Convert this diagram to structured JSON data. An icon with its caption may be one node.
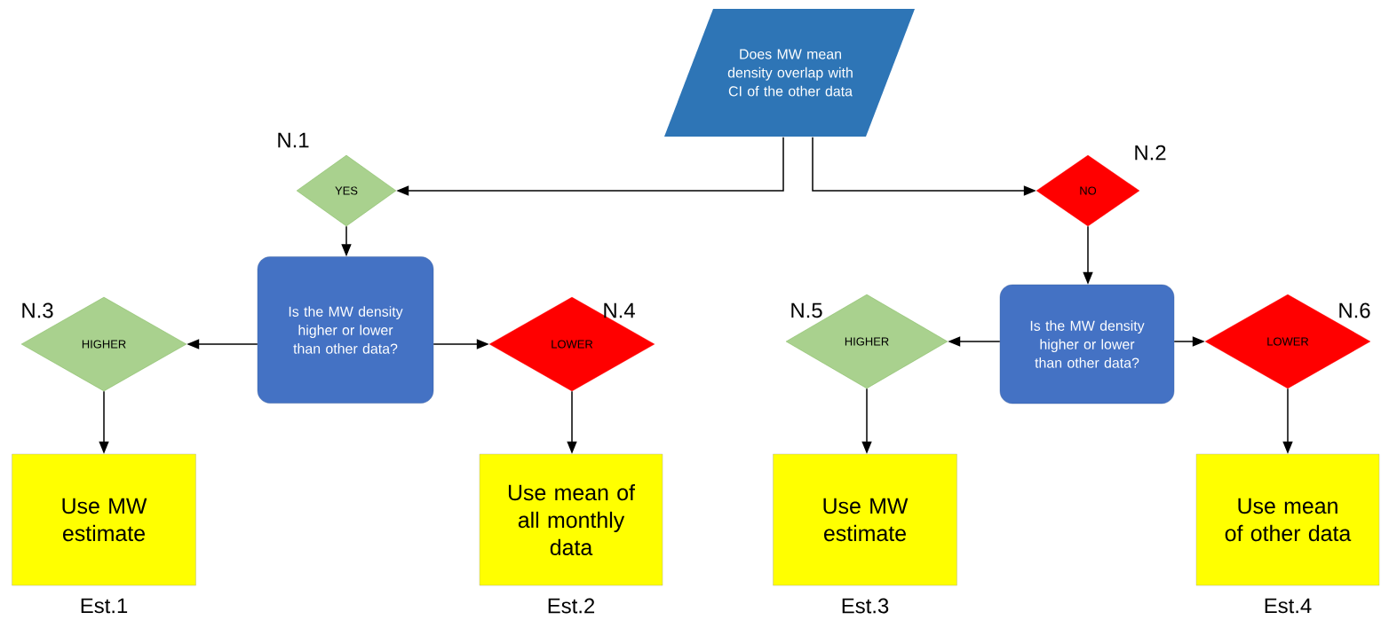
{
  "diagram": {
    "nodes": [
      {
        "text": [
          "Does MW mean density overlap with CI of the other data"
        ]
      },
      {
        "text": [
          "YES"
        ],
        "beside": [
          "N.1"
        ]
      },
      {
        "text": [
          "NO"
        ],
        "beside": [
          "N.2"
        ]
      },
      {
        "text": [
          "Is the MW density higher or lower than other data?"
        ]
      },
      {
        "text": [
          "HIGHER"
        ],
        "beside": [
          "N.3"
        ]
      },
      {
        "text": [
          "LOWER"
        ],
        "beside": [
          "N.4"
        ]
      },
      {
        "text": [
          "Is the MW density higher or lower than other data?"
        ]
      },
      {
        "text": [
          "HIGHER"
        ],
        "beside": [
          "N.5"
        ]
      },
      {
        "text": [
          "LOWER"
        ],
        "beside": [
          "N.6"
        ]
      },
      {
        "text": [
          "Use MW estimate"
        ],
        "beside": [
          "Est.1"
        ]
      },
      {
        "text": [
          "Use mean of all monthly data"
        ],
        "beside": [
          "Est.2"
        ]
      },
      {
        "text": [
          "Use MW estimate"
        ],
        "beside": [
          "Est.3"
        ]
      },
      {
        "text": [
          "Use mean of other data"
        ],
        "beside": [
          "Est.4"
        ]
      }
    ],
    "edges": [
      {
        "from": 0,
        "to": 1,
        "arrow": "to"
      },
      {
        "from": 0,
        "to": 2,
        "arrow": "to"
      },
      {
        "from": 1,
        "to": 3,
        "arrow": "to"
      },
      {
        "from": 2,
        "to": 6,
        "arrow": "to"
      },
      {
        "from": 3,
        "to": 4,
        "arrow": "to"
      },
      {
        "from": 3,
        "to": 5,
        "arrow": "to"
      },
      {
        "from": 6,
        "to": 7,
        "arrow": "to"
      },
      {
        "from": 6,
        "to": 8,
        "arrow": "to"
      },
      {
        "from": 4,
        "to": 9,
        "arrow": "to"
      },
      {
        "from": 5,
        "to": 10,
        "arrow": "to"
      },
      {
        "from": 7,
        "to": 11,
        "arrow": "to"
      },
      {
        "from": 8,
        "to": 12,
        "arrow": "to"
      }
    ]
  }
}
